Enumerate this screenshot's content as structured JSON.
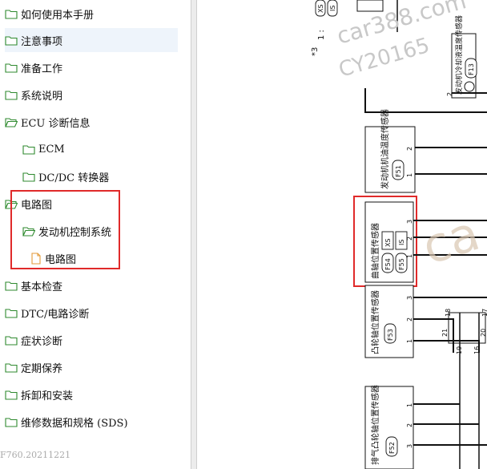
{
  "sidebar": {
    "items": [
      {
        "label": "如何使用本手册",
        "icon": "folder-icon"
      },
      {
        "label": "注意事项",
        "icon": "folder-icon",
        "selected": true
      },
      {
        "label": "准备工作",
        "icon": "folder-icon"
      },
      {
        "label": "系统说明",
        "icon": "folder-icon"
      },
      {
        "label": "ECU 诊断信息",
        "icon": "folder-open-icon"
      },
      {
        "label": "ECM",
        "icon": "folder-icon"
      },
      {
        "label": "DC/DC 转换器",
        "icon": "folder-icon"
      },
      {
        "label": "电路图",
        "icon": "folder-open-icon"
      },
      {
        "label": "发动机控制系统",
        "icon": "folder-open-icon"
      },
      {
        "label": "电路图",
        "icon": "document-icon"
      },
      {
        "label": "基本检查",
        "icon": "folder-icon"
      },
      {
        "label": "DTC/电路诊断",
        "icon": "folder-icon"
      },
      {
        "label": "症状诊断",
        "icon": "folder-icon"
      },
      {
        "label": "定期保养",
        "icon": "folder-icon"
      },
      {
        "label": "拆卸和安装",
        "icon": "folder-icon"
      },
      {
        "label": "维修数据和规格 (SDS)",
        "icon": "folder-icon"
      }
    ],
    "version": "F760.20211221"
  },
  "diagram": {
    "watermark_site": "car388.com",
    "watermark_id": "CY20165",
    "note_label": "*3",
    "note_text": "1 :",
    "top_badges": [
      "XS",
      "IS"
    ],
    "coolant_sensor": {
      "label": "发动机冷却液温度传感器",
      "code": "F13",
      "pins": [
        "2"
      ]
    },
    "oil_temp_sensor": {
      "label": "发动机机油温度传感器",
      "code": "F51",
      "pins": [
        "2",
        "1"
      ]
    },
    "crank_sensor": {
      "label": "曲轴位置传感器",
      "codes": [
        "F54",
        "F55"
      ],
      "badges": [
        "XS",
        "IS"
      ],
      "pins": [
        "3",
        "2",
        "1"
      ]
    },
    "cam_sensor": {
      "label": "凸轮轴位置传感器",
      "code": "F53",
      "pins": [
        "3",
        "2",
        "1"
      ]
    },
    "exhaust_cam_sensor": {
      "label": "排气凸轮轴位置传感器",
      "code": "F52",
      "pins": [
        "1",
        "2",
        "3"
      ]
    },
    "joint_pins": [
      "18",
      "17",
      "21",
      "20",
      "19",
      "16"
    ]
  },
  "colors": {
    "highlight_red": "#e02a2a",
    "selected_bg": "#eef4fb",
    "folder_green": "#2f8a2f"
  }
}
